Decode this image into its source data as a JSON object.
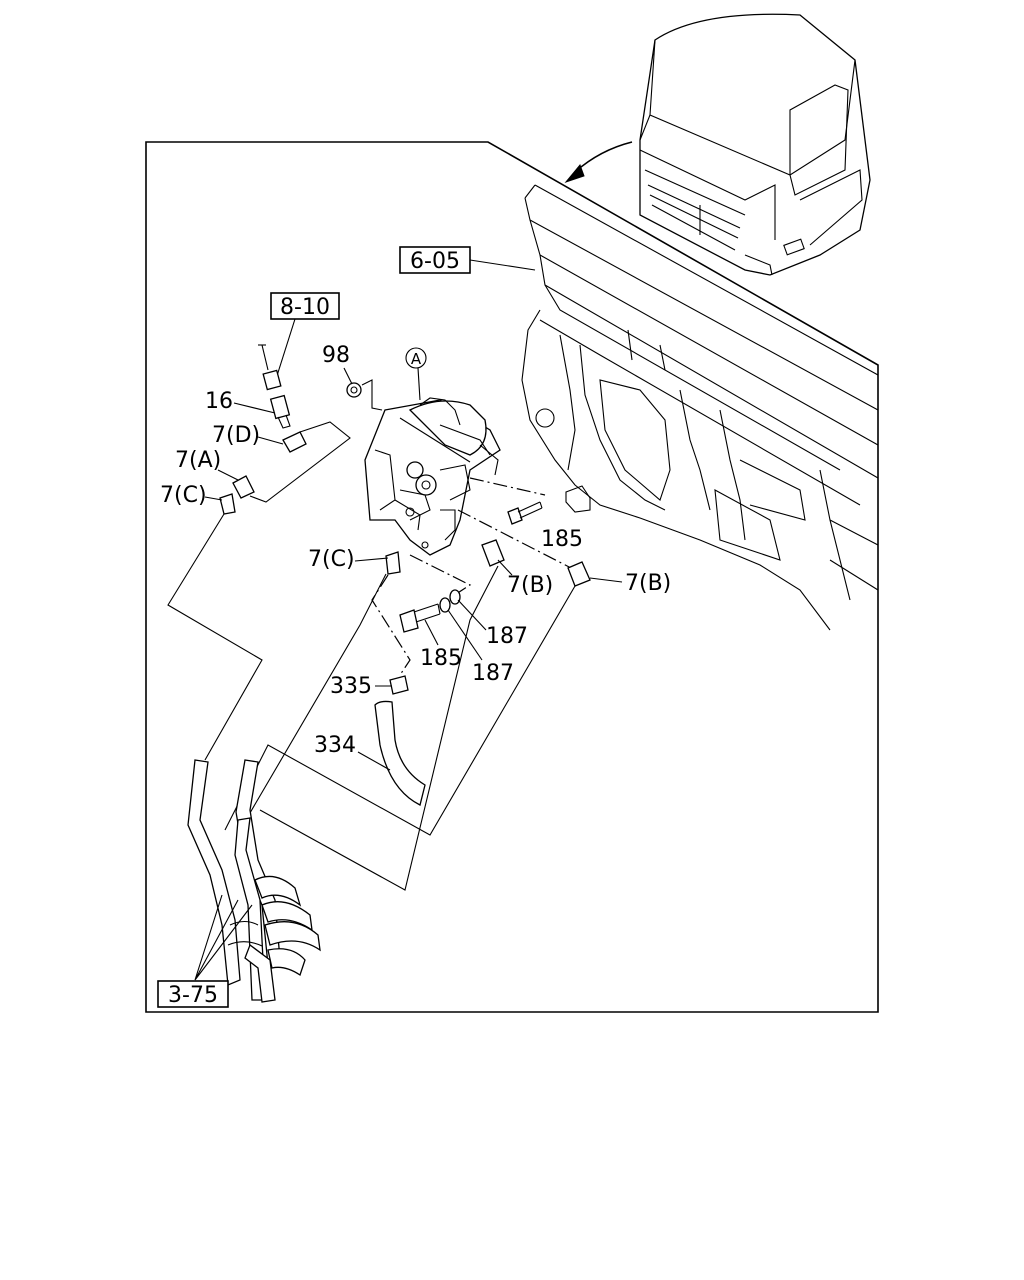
{
  "refs": {
    "r605": "6-05",
    "r810": "8-10",
    "r375": "3-75"
  },
  "callouts": {
    "c98": "98",
    "cA": "A",
    "c16": "16",
    "c7D": "7(D)",
    "c7A": "7(A)",
    "c7C_left": "7(C)",
    "c7C_mid": "7(C)",
    "c185_right": "185",
    "c7B_mid": "7(B)",
    "c7B_right": "7(B)",
    "c185_mid": "185",
    "c187_upper": "187",
    "c187_lower": "187",
    "c335": "335",
    "c334": "334"
  }
}
